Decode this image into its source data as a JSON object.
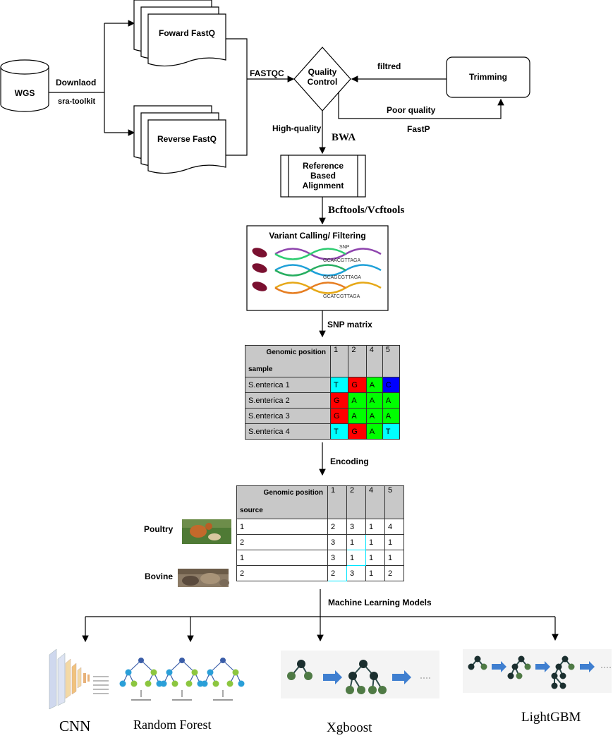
{
  "inputs": {
    "wgs": "WGS",
    "download": "Downlaod",
    "sra_toolkit": "sra-toolkit",
    "forward": "Foward FastQ",
    "reverse": "Reverse FastQ",
    "fastqc": "FASTQC",
    "quality_control": [
      "Quality",
      "Control"
    ],
    "filtred": "filtred",
    "trimming": "Trimming",
    "poor_quality": "Poor quality",
    "fastp": "FastP",
    "high_quality": "High-quality",
    "bwa": "BWA",
    "alignment": [
      "Reference",
      "Based",
      "Alignment"
    ],
    "bcftools": "Bcftools/Vcftools",
    "variant_calling": "Variant Calling/ Filtering",
    "snp_label": "SNP",
    "dna_sequences": [
      "GCAACGTTAGA",
      "GCAGCGTTAGA",
      "GCATCGTTAGA"
    ],
    "snp_matrix": "SNP matrix",
    "encoding": "Encoding",
    "ml_models": "Machine Learning Models"
  },
  "snp_table": {
    "corner_top": "Genomic position",
    "corner_bottom": "sample",
    "positions": [
      "1",
      "2",
      "4",
      "5"
    ],
    "rows": [
      {
        "sample": "S.enterica 1",
        "values": [
          "T",
          "G",
          "A",
          "C"
        ]
      },
      {
        "sample": "S.enterica 2",
        "values": [
          "G",
          "A",
          "A",
          "A"
        ]
      },
      {
        "sample": "S.enterica 3",
        "values": [
          "G",
          "A",
          "A",
          "A"
        ]
      },
      {
        "sample": "S.enterica 4",
        "values": [
          "T",
          "G",
          "A",
          "T"
        ]
      }
    ]
  },
  "encoded_table": {
    "corner_top": "Genomic position",
    "corner_bottom": "source",
    "positions": [
      "1",
      "2",
      "4",
      "5"
    ],
    "rows": [
      {
        "source": "1",
        "values": [
          "2",
          "3",
          "1",
          "4"
        ]
      },
      {
        "source": "2",
        "values": [
          "3",
          "1",
          "1",
          "1"
        ]
      },
      {
        "source": "1",
        "values": [
          "3",
          "1",
          "1",
          "1"
        ]
      },
      {
        "source": "2",
        "values": [
          "2",
          "3",
          "1",
          "2"
        ]
      }
    ]
  },
  "sources": {
    "poultry": "Poultry",
    "bovine": "Bovine"
  },
  "models": {
    "cnn": "CNN",
    "rf": "Random Forest",
    "xgb": "Xgboost",
    "lgbm": "LightGBM"
  },
  "colors": {
    "T": "#00ffff",
    "G": "#ff0000",
    "A": "#00ff00",
    "C": "#0000ff",
    "header": "#c8c8c8"
  }
}
